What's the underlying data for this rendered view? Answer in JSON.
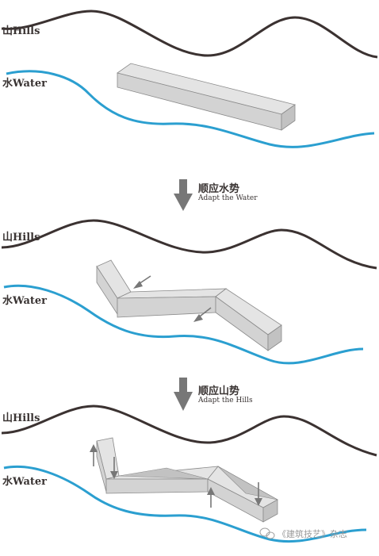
{
  "panels": [
    {
      "hills_label": "山Hills",
      "water_label": "水Water"
    },
    {
      "hills_label": "山Hills",
      "water_label": "水Water"
    },
    {
      "hills_label": "山Hills",
      "water_label": "水Water"
    }
  ],
  "steps": [
    {
      "title_cn": "顺应水势",
      "title_en": "Adapt the Water"
    },
    {
      "title_cn": "顺应山势",
      "title_en": "Adapt the Hills"
    }
  ],
  "watermark": "《建筑技艺》杂志",
  "colors": {
    "hills_line": "#3b3231",
    "water_line": "#2b9fd0",
    "block_top": "#e4e4e4",
    "block_side": "#c2c2c2",
    "block_front": "#d3d3d3",
    "block_edge": "#8a8a8a",
    "arrow": "#777777",
    "text": "#3a3433"
  }
}
